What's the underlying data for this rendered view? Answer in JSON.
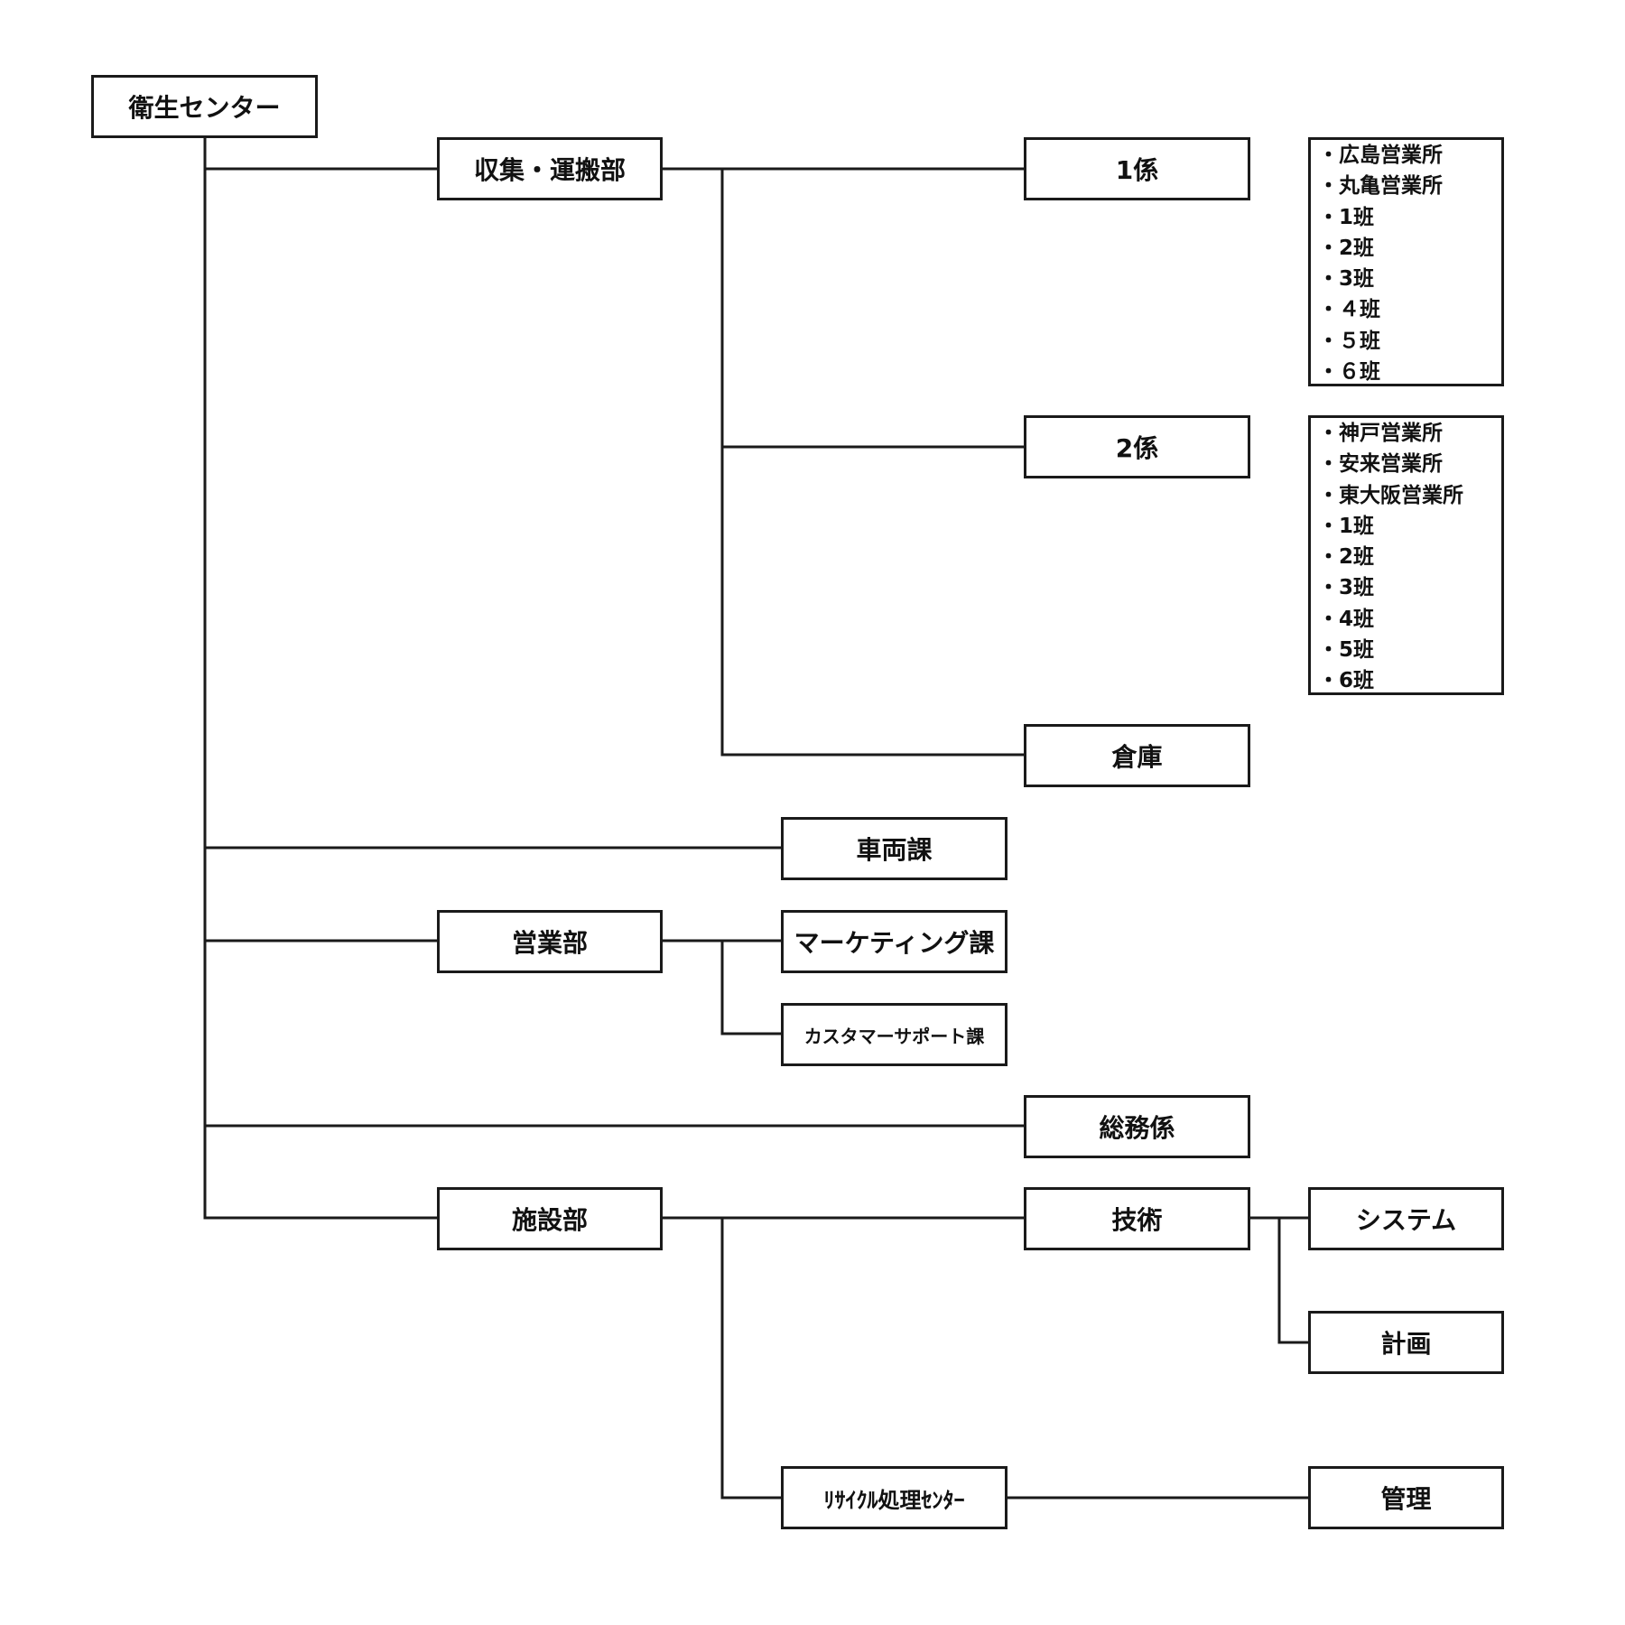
{
  "colors": {
    "line": "#1a1a1a",
    "text": "#111111",
    "background": "#ffffff"
  },
  "nodes": {
    "root": "衛生センター",
    "collection_dept": "収集・運搬部",
    "section1": "1係",
    "section2": "2係",
    "warehouse": "倉庫",
    "vehicle_div": "車両課",
    "sales_dept": "営業部",
    "marketing_div": "マーケティング課",
    "support_div": "カスタマーサポート課",
    "general_affairs": "総務係",
    "facility_dept": "施設部",
    "technical": "技術",
    "system": "システム",
    "planning": "計画",
    "recycle_center": "ﾘｻｲｸﾙ処理ｾﾝﾀｰ",
    "management": "管理"
  },
  "lists": {
    "section1_units": [
      "・広島営業所",
      "・丸亀営業所",
      "・1班",
      "・2班",
      "・3班",
      "・４班",
      "・５班",
      "・６班"
    ],
    "section2_units": [
      "・神戸営業所",
      "・安来営業所",
      "・東大阪営業所",
      "・1班",
      "・2班",
      "・3班",
      "・4班",
      "・5班",
      "・6班"
    ]
  }
}
